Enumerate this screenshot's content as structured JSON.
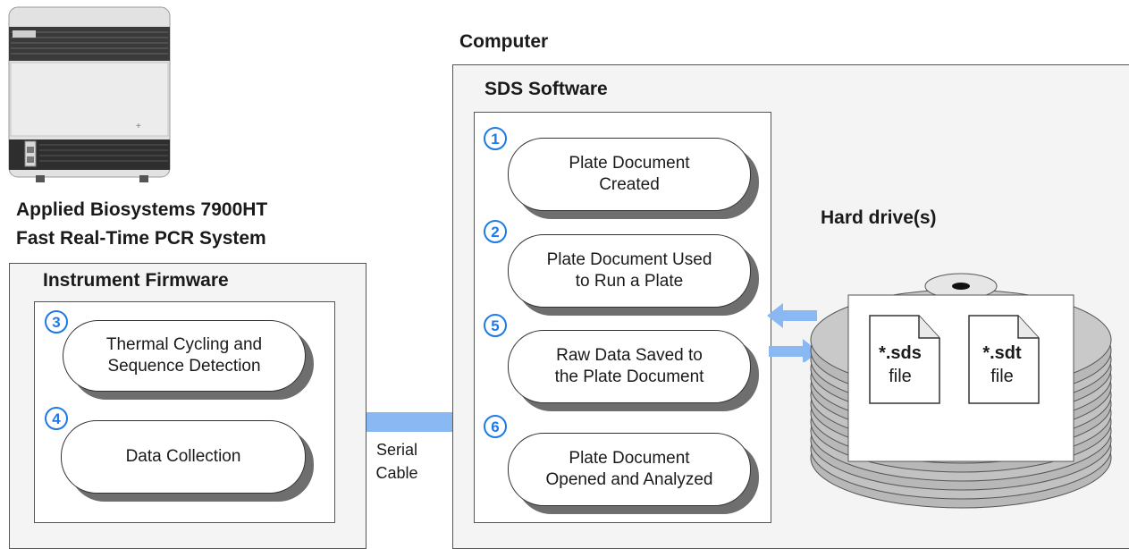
{
  "instrument": {
    "name_line1": "Applied Biosystems 7900HT",
    "name_line2": "Fast Real-Time PCR System",
    "firmware_title": "Instrument Firmware"
  },
  "computer": {
    "title": "Computer",
    "software_title": "SDS Software"
  },
  "steps": [
    {
      "number": "1",
      "text": "Plate Document\nCreated"
    },
    {
      "number": "2",
      "text": "Plate Document Used\nto Run a Plate"
    },
    {
      "number": "3",
      "text": "Thermal Cycling and\nSequence Detection"
    },
    {
      "number": "4",
      "text": "Data Collection"
    },
    {
      "number": "5",
      "text": "Raw Data Saved to\nthe Plate Document"
    },
    {
      "number": "6",
      "text": "Plate Document\nOpened and Analyzed"
    }
  ],
  "cable": {
    "line1": "Serial",
    "line2": "Cable"
  },
  "storage": {
    "title": "Hard drive(s)",
    "files": [
      {
        "ext": "*.sds",
        "label": "file"
      },
      {
        "ext": "*.sdt",
        "label": "file"
      }
    ]
  },
  "colors": {
    "accent": "#1e7ae6",
    "connector": "#8ab8f2"
  }
}
